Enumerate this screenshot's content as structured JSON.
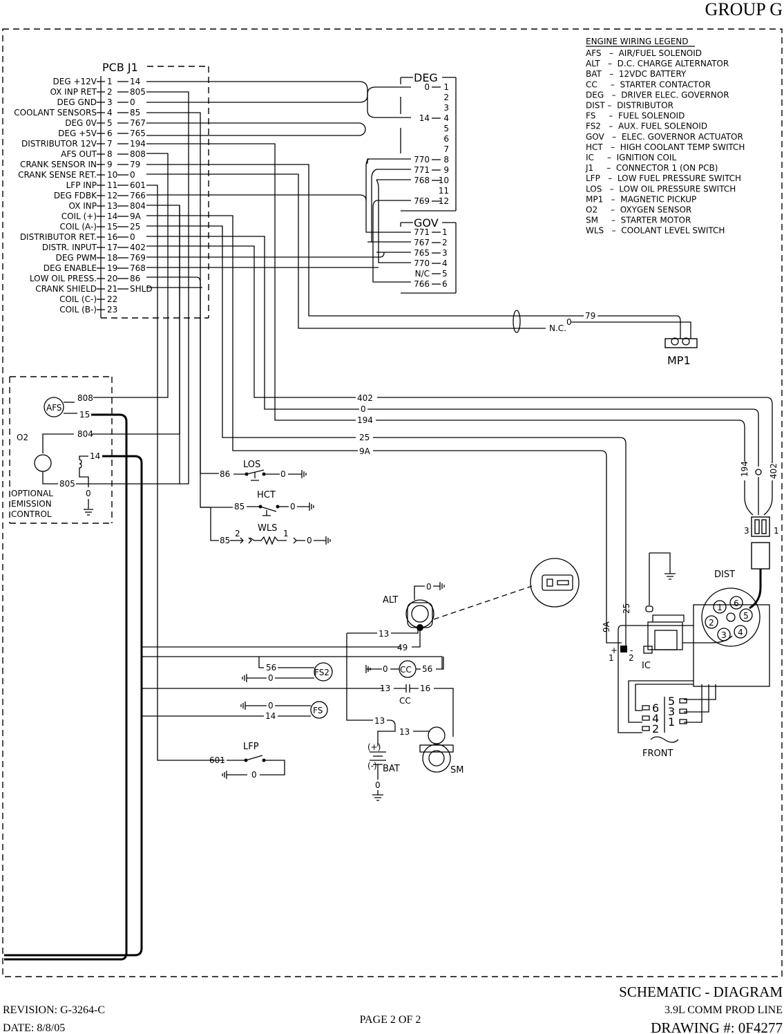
{
  "header": {
    "group": "GROUP G"
  },
  "pcb": {
    "title": "PCB J1",
    "pins": [
      {
        "label": "DEG +12V",
        "pin": "1",
        "wire": "14"
      },
      {
        "label": "OX INP RET",
        "pin": "2",
        "wire": "805"
      },
      {
        "label": "DEG GND",
        "pin": "3",
        "wire": "0"
      },
      {
        "label": "COOLANT SENSORS",
        "pin": "4",
        "wire": "85"
      },
      {
        "label": "DEG 0V",
        "pin": "5",
        "wire": "767"
      },
      {
        "label": "DEG +5V",
        "pin": "6",
        "wire": "765"
      },
      {
        "label": "DISTRIBUTOR 12V",
        "pin": "7",
        "wire": "194"
      },
      {
        "label": "AFS OUT",
        "pin": "8",
        "wire": "808"
      },
      {
        "label": "CRANK SENSOR IN",
        "pin": "9",
        "wire": "79"
      },
      {
        "label": "CRANK SENSE RET.",
        "pin": "10",
        "wire": "0"
      },
      {
        "label": "LFP INP",
        "pin": "11",
        "wire": "601"
      },
      {
        "label": "DEG FDBK",
        "pin": "12",
        "wire": "766"
      },
      {
        "label": "OX INP",
        "pin": "13",
        "wire": "804"
      },
      {
        "label": "COIL (+)",
        "pin": "14",
        "wire": "9A"
      },
      {
        "label": "COIL (A-)",
        "pin": "15",
        "wire": "25"
      },
      {
        "label": "DISTRIBUTOR RET.",
        "pin": "16",
        "wire": "0"
      },
      {
        "label": "DISTR. INPUT",
        "pin": "17",
        "wire": "402"
      },
      {
        "label": "DEG PWM",
        "pin": "18",
        "wire": "769"
      },
      {
        "label": "DEG ENABLE",
        "pin": "19",
        "wire": "768"
      },
      {
        "label": "LOW OIL PRESS.",
        "pin": "20",
        "wire": "86"
      },
      {
        "label": "CRANK SHIELD",
        "pin": "21",
        "wire": "SHLD"
      },
      {
        "label": "COIL (C-)",
        "pin": "22",
        "wire": ""
      },
      {
        "label": "COIL (B-)",
        "pin": "23",
        "wire": ""
      }
    ]
  },
  "deg": {
    "title": "DEG",
    "pins": [
      {
        "wire": "0",
        "pin": "1"
      },
      {
        "wire": "",
        "pin": "2"
      },
      {
        "wire": "",
        "pin": "3"
      },
      {
        "wire": "14",
        "pin": "4"
      },
      {
        "wire": "",
        "pin": "5"
      },
      {
        "wire": "",
        "pin": "6"
      },
      {
        "wire": "",
        "pin": "7"
      },
      {
        "wire": "770",
        "pin": "8"
      },
      {
        "wire": "771",
        "pin": "9"
      },
      {
        "wire": "768",
        "pin": "10"
      },
      {
        "wire": "",
        "pin": "11"
      },
      {
        "wire": "769",
        "pin": "12"
      }
    ]
  },
  "gov": {
    "title": "GOV",
    "pins": [
      {
        "wire": "771",
        "pin": "1"
      },
      {
        "wire": "767",
        "pin": "2"
      },
      {
        "wire": "765",
        "pin": "3"
      },
      {
        "wire": "770",
        "pin": "4"
      },
      {
        "wire": "N/C",
        "pin": "5"
      },
      {
        "wire": "766",
        "pin": "6"
      }
    ]
  },
  "legend": {
    "title": "ENGINE WIRING LEGEND",
    "items": [
      "AFS   –  AIR/FUEL SOLENOID",
      "ALT   –  D.C. CHARGE ALTERNATOR",
      "BAT   –  12VDC BATTERY",
      "CC     –  STARTER CONTACTOR",
      "DEG   –  DRIVER ELEC. GOVERNOR",
      "DIST –  DISTRIBUTOR",
      "FS     –  FUEL SOLENOID",
      "FS2   –  AUX. FUEL SOLENOID",
      "GOV   –  ELEC. GOVERNOR ACTUATOR",
      "HCT   –  HIGH COOLANT TEMP SWITCH",
      "IC     –  IGNITION COIL",
      "J1     –  CONNECTOR 1 (ON PCB)",
      "LFP   –  LOW FUEL PRESSURE SWITCH",
      "LOS   –  LOW OIL PRESSURE SWITCH",
      "MP1   –  MAGNETIC PICKUP",
      "O2     –  OXYGEN SENSOR",
      "SM     –  STARTER MOTOR",
      "WLS   –  COOLANT LEVEL SWITCH"
    ]
  },
  "components": {
    "mp1": "MP1",
    "nc": "N.C.",
    "w79": "79",
    "w0": "0",
    "o2": "O2",
    "afs": "AFS",
    "optional": [
      "OPTIONAL",
      "EMISSION",
      "CONTROL"
    ],
    "o2_wires": {
      "w808": "808",
      "w15": "15",
      "w804": "804",
      "w14": "14",
      "w805": "805",
      "w0": "0"
    },
    "los": "LOS",
    "hct": "HCT",
    "wls": "WLS",
    "w86": "86",
    "w85a": "85",
    "w85b": "85",
    "wls2": "2",
    "wls1": "1",
    "g0a": "0",
    "g0b": "0",
    "g0c": "0",
    "dist_wires": {
      "w402": "402",
      "w0": "0",
      "w194": "194",
      "w25": "25",
      "w9a": "9A"
    },
    "dist_vert": {
      "w194": "194",
      "w0": "0",
      "w402": "402"
    },
    "plug_3": "3",
    "plug_1": "1",
    "dist": "DIST",
    "ic": "IC",
    "ic_plus": "+",
    "ic_minus": "-",
    "ic_1": "1",
    "ic_2": "2",
    "v9a": "9A",
    "v25": "25",
    "dist_nums": [
      "1",
      "2",
      "3",
      "4",
      "5",
      "6"
    ],
    "firing_left": [
      "6",
      "4",
      "2"
    ],
    "firing_right": [
      "5",
      "3",
      "1"
    ],
    "front": "FRONT",
    "alt": "ALT",
    "alt_0": "0",
    "w13a": "13",
    "w49": "49",
    "fs2": "FS2",
    "w56a": "56",
    "fs2_0": "0",
    "cc_sym": "CC",
    "cc_0": "0",
    "w56b": "56",
    "cc": "CC",
    "w13b": "13",
    "w16": "16",
    "fs": "FS",
    "fs_0": "0",
    "w14": "14",
    "w13c": "13",
    "w13d": "13",
    "bat": "BAT",
    "bat_plus": "(+)",
    "bat_minus": "(-)",
    "bat_0": "0",
    "sm": "SM",
    "lfp": "LFP",
    "w601": "601",
    "lfp_0": "0"
  },
  "footer": {
    "title": "SCHEMATIC - DIAGRAM",
    "revision": "REVISION: G-3264-C",
    "product": "3.9L COMM PROD LINE",
    "date": "DATE: 8/8/05",
    "page": "PAGE 2 OF 2",
    "drawing": "DRAWING #: 0F4277"
  }
}
